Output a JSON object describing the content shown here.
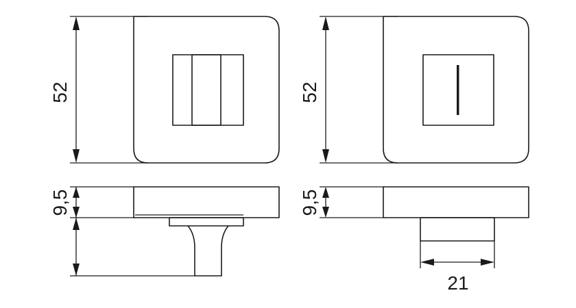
{
  "dimensions": {
    "left_front_height": "52",
    "right_front_height": "52",
    "left_side_thickness": "9,5",
    "right_side_thickness": "9,5",
    "right_stem_width": "21"
  }
}
